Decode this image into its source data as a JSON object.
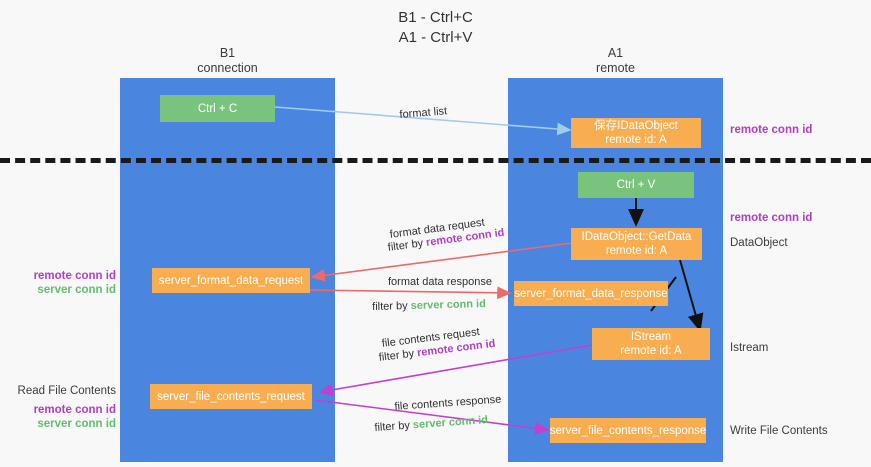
{
  "title": "B1 - Ctrl+C\nA1 - Ctrl+V",
  "lanes": [
    {
      "name": "b1",
      "header": "B1\nconnection"
    },
    {
      "name": "a1",
      "header": "A1\nremote"
    }
  ],
  "nodes": {
    "ctrl_c": {
      "line1": "Ctrl + C"
    },
    "idataobject_top": {
      "line1": "保存IDataObject",
      "line2": "remote id: A"
    },
    "ctrl_v": {
      "line1": "Ctrl + V"
    },
    "getdata": {
      "line1": "IDataObject::GetData",
      "line2": "remote id: A"
    },
    "server_format_data_request": {
      "line1": "server_format_data_request"
    },
    "server_format_data_response": {
      "line1": "server_format_data_response"
    },
    "istream": {
      "line1": "IStream",
      "line2": "remote id: A"
    },
    "server_file_contents_request": {
      "line1": "server_file_contents_request"
    },
    "server_file_contents_response": {
      "line1": "server_file_contents_response"
    }
  },
  "edge_labels": {
    "format_list": "format list",
    "format_data_request": "format data request",
    "format_data_request_filter_prefix": "filter by ",
    "format_data_request_filter_key": "remote conn id",
    "format_data_response": "format data response",
    "format_data_response_filter_prefix": "filter by ",
    "format_data_response_filter_key": "server conn id",
    "file_contents_request": "file contents request",
    "file_contents_request_filter_prefix": "filter by ",
    "file_contents_request_filter_key": "remote conn id",
    "file_contents_response": "file contents response",
    "file_contents_response_filter_prefix": "filter by ",
    "file_contents_response_filter_key": "server conn id"
  },
  "annotations": {
    "right_remote_conn_id_top": "remote conn id",
    "right_remote_conn_id_mid": "remote conn id",
    "right_dataobject": "DataObject",
    "right_istream": "Istream",
    "right_write_file_contents": "Write File Contents",
    "left_remote_conn_id": "remote conn id",
    "left_server_conn_id": "server conn id",
    "left_read_file_contents": "Read File Contents",
    "left_remote_conn_id_2": "remote conn id",
    "left_server_conn_id_2": "server conn id"
  },
  "colors": {
    "lane": "#4a86e0",
    "node_orange": "#f9ad51",
    "node_green": "#79c47c",
    "remote_key": "#b040c0",
    "server_key": "#63bd6c",
    "arrow_format_list": "#9ecbef",
    "arrow_format_data": "#ec6a6a",
    "arrow_file_contents": "#c33fd0",
    "arrow_black": "#111111",
    "separator": "#1a1a1a",
    "background": "#f8f8f9"
  }
}
